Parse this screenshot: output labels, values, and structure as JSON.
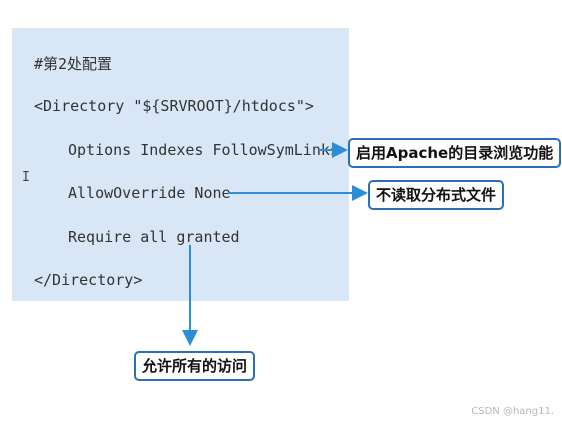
{
  "code": {
    "comment": "#第2处配置",
    "open_tag": "<Directory \"${SRVROOT}/htdocs\">",
    "options": "Options Indexes FollowSymLinks",
    "allow_override": "AllowOverride None",
    "require": "Require all granted",
    "close_tag": "</Directory>",
    "cursor": "I"
  },
  "callouts": {
    "options": "启用Apache的目录浏览功能",
    "allow_override": "不读取分布式文件",
    "require": "允许所有的访问"
  },
  "watermark": "CSDN @hang11.",
  "colors": {
    "panel": "#d8e6f6",
    "arrow": "#2b8fd8",
    "callout_border": "#2b6fb8"
  }
}
